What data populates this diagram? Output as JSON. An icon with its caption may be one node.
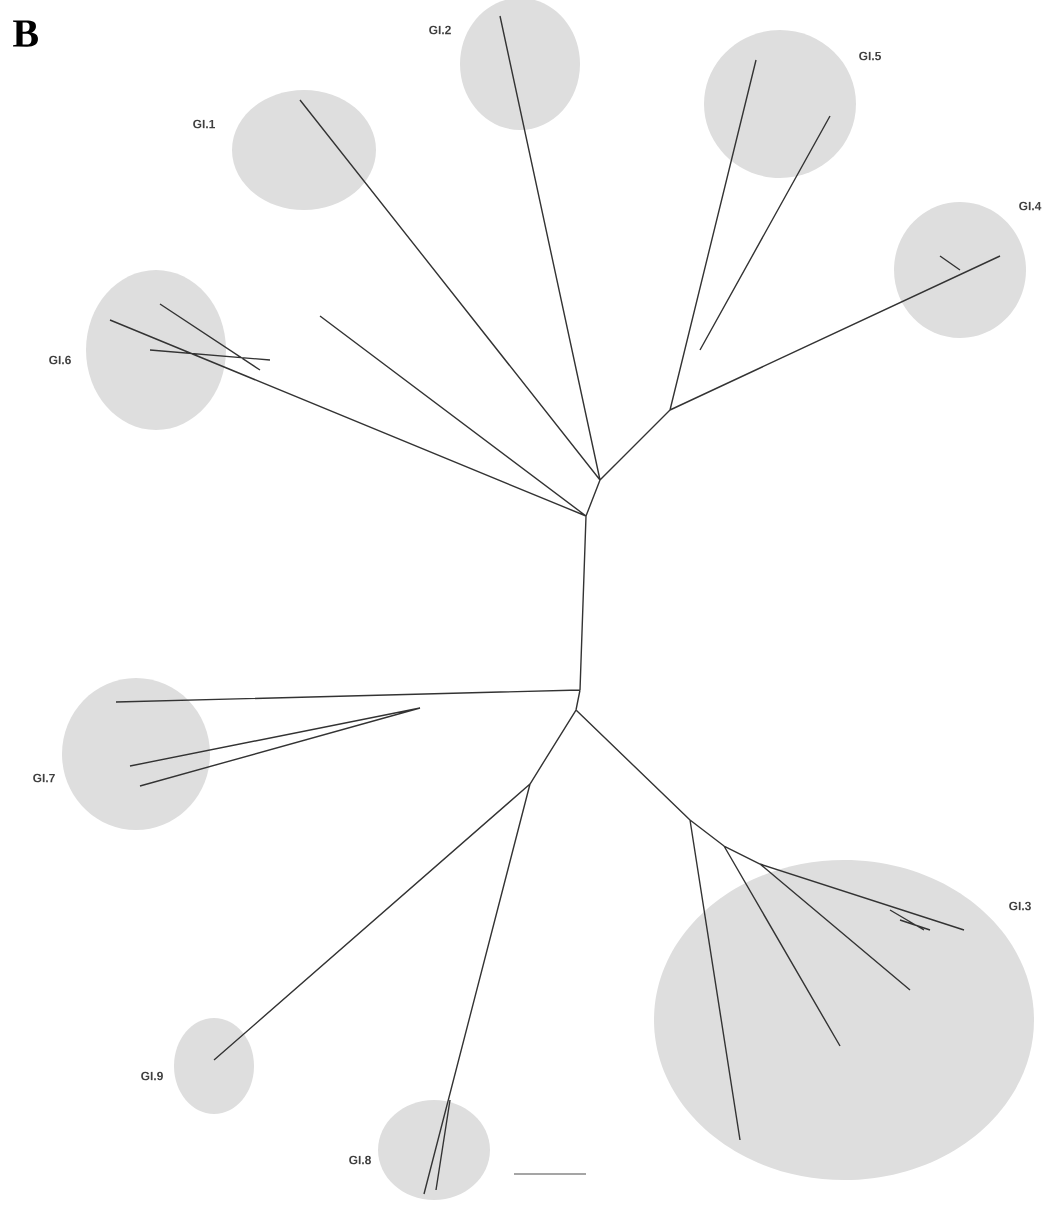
{
  "diagram": {
    "nodes": [
      {
        "text": [
          "GI.2"
        ]
      },
      {
        "text": [
          "GI.1"
        ]
      },
      {
        "text": [
          "GI.5"
        ]
      },
      {
        "text": [
          "GI.4"
        ]
      },
      {
        "text": [
          "GI.6"
        ]
      },
      {
        "text": [
          "GI.7"
        ]
      },
      {
        "text": [
          "GI.3"
        ]
      },
      {
        "text": [
          "GI.9"
        ]
      },
      {
        "text": [
          "GI.8"
        ]
      }
    ],
    "labels": [
      "B"
    ]
  }
}
